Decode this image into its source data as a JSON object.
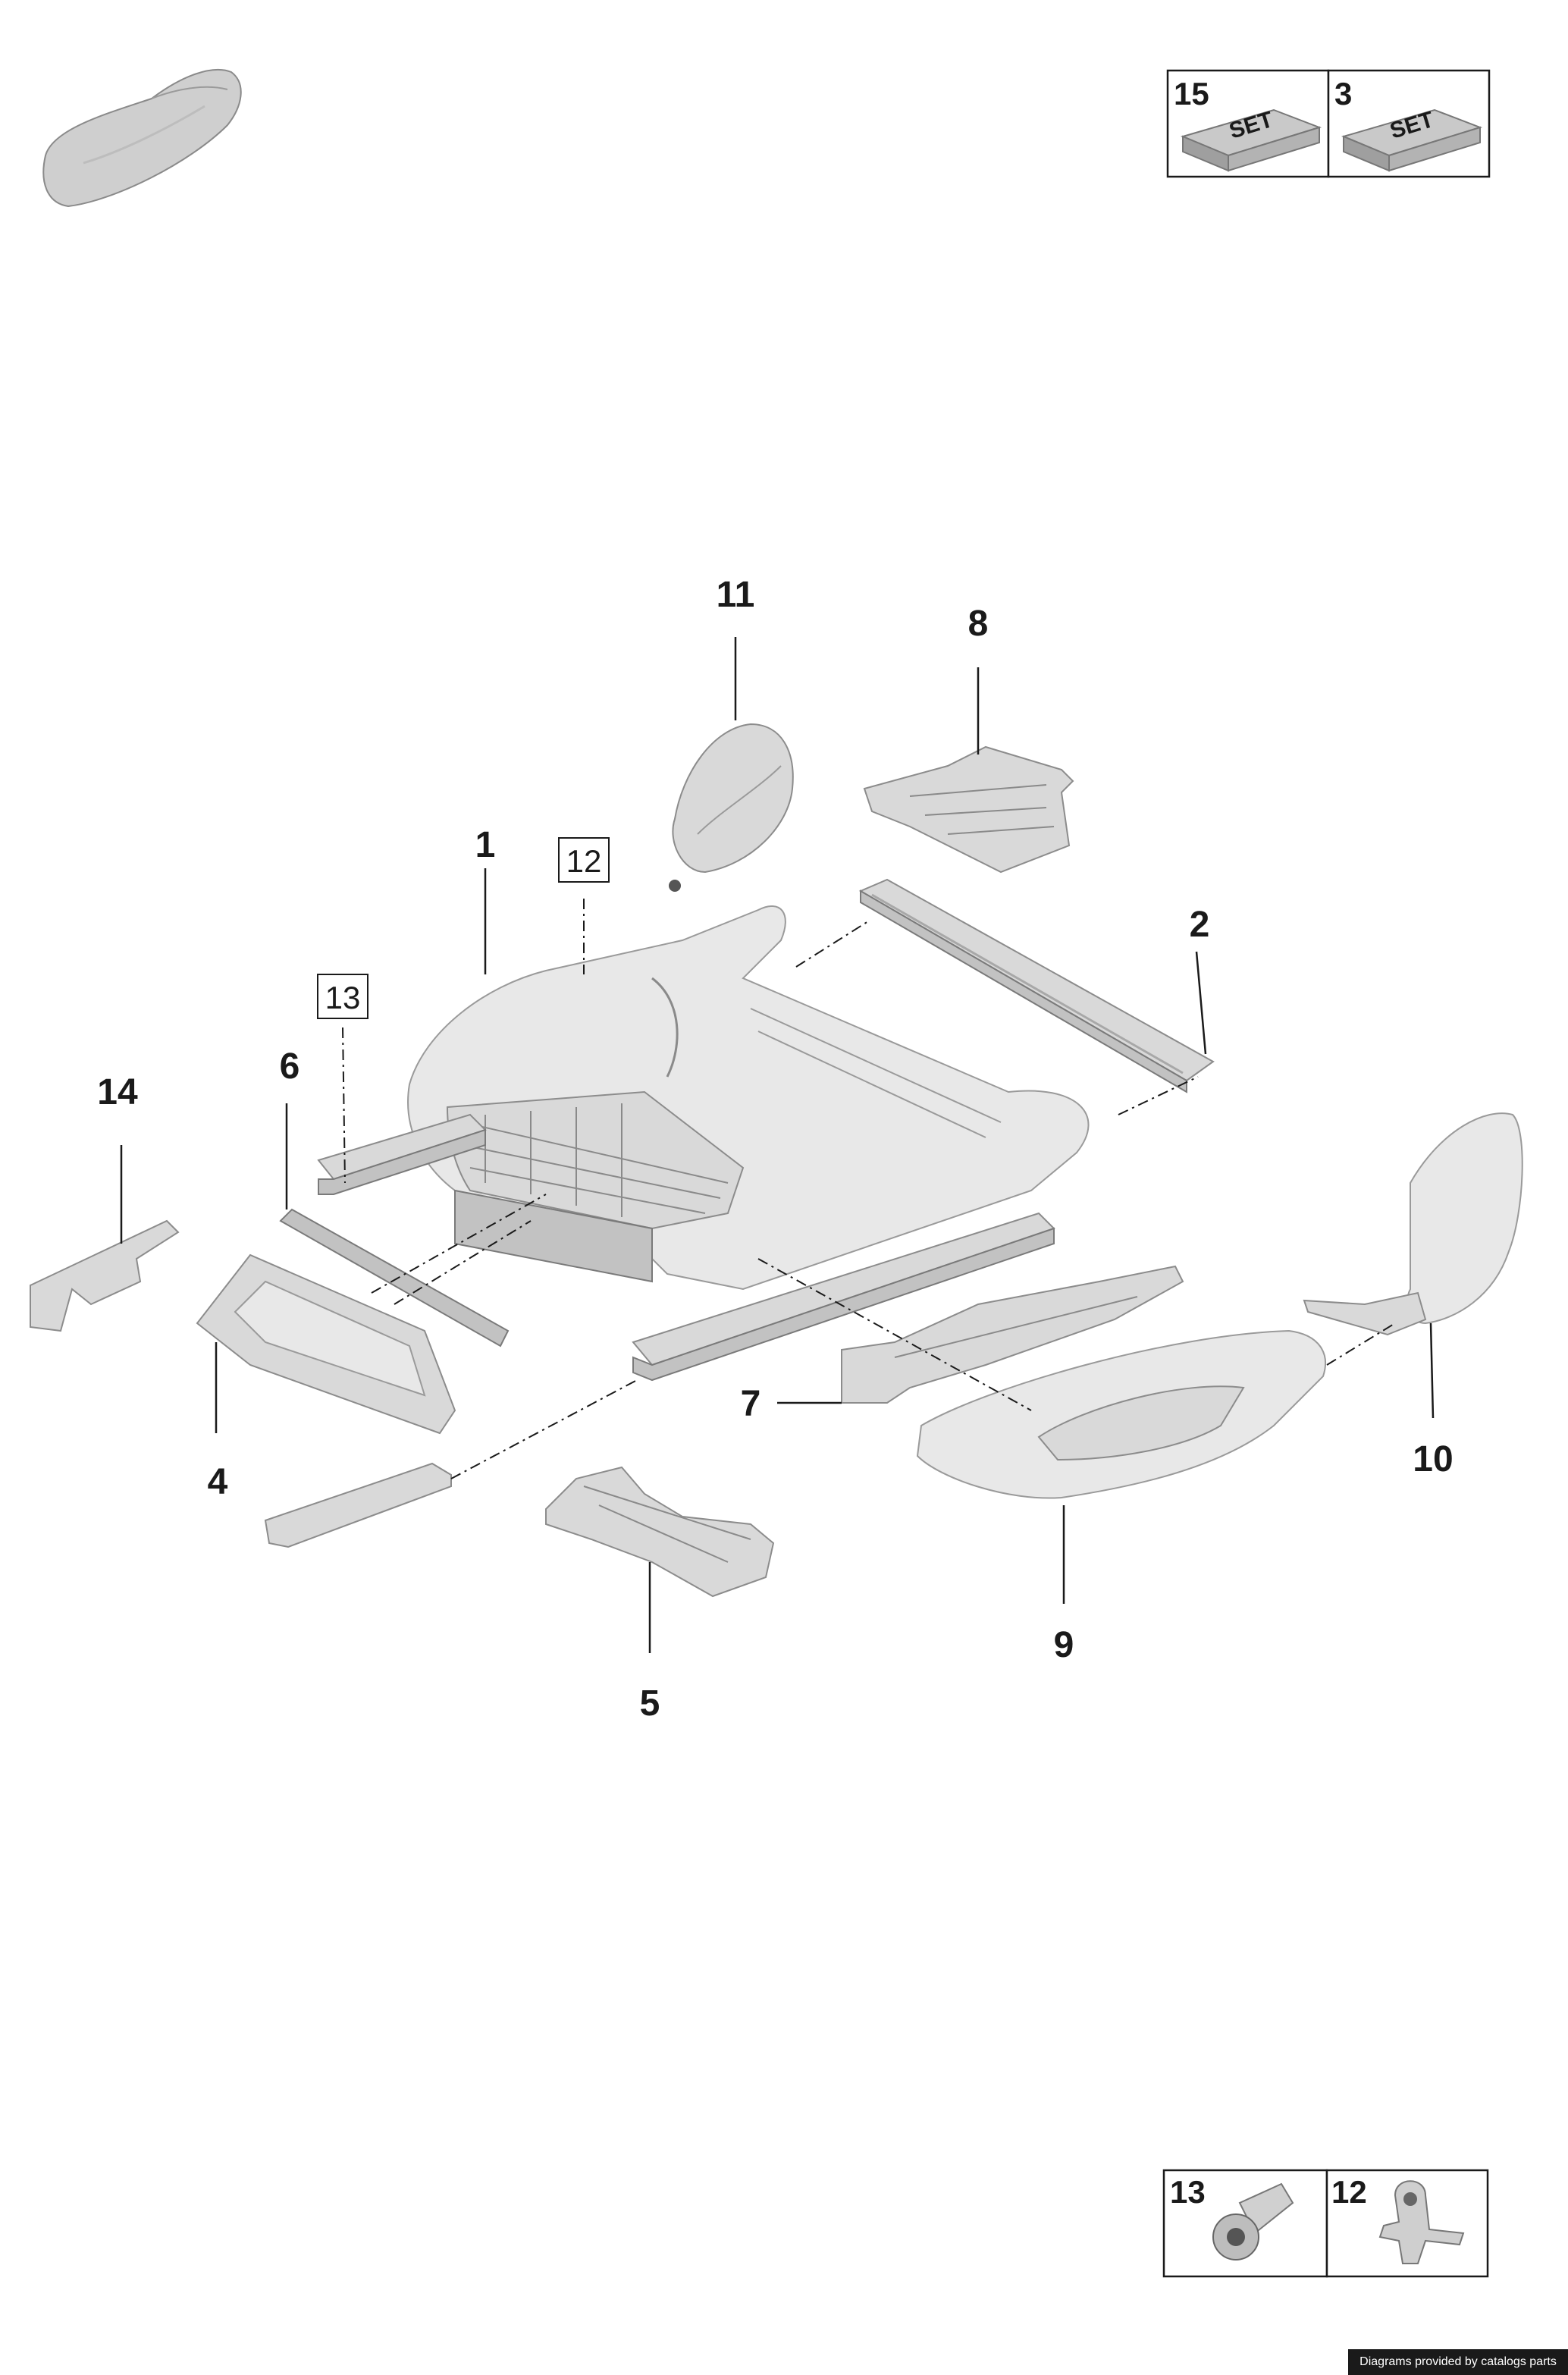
{
  "legend_top": [
    {
      "number": "15",
      "label": "SET"
    },
    {
      "number": "3",
      "label": "SET"
    }
  ],
  "legend_bottom": [
    {
      "number": "13"
    },
    {
      "number": "12"
    }
  ],
  "callouts": {
    "c1": "1",
    "c2": "2",
    "c4": "4",
    "c5": "5",
    "c6": "6",
    "c7": "7",
    "c8": "8",
    "c9": "9",
    "c10": "10",
    "c11": "11",
    "c12": "12",
    "c13": "13",
    "c14": "14"
  },
  "footer": {
    "credit": "Diagrams provided by catalogs parts"
  }
}
